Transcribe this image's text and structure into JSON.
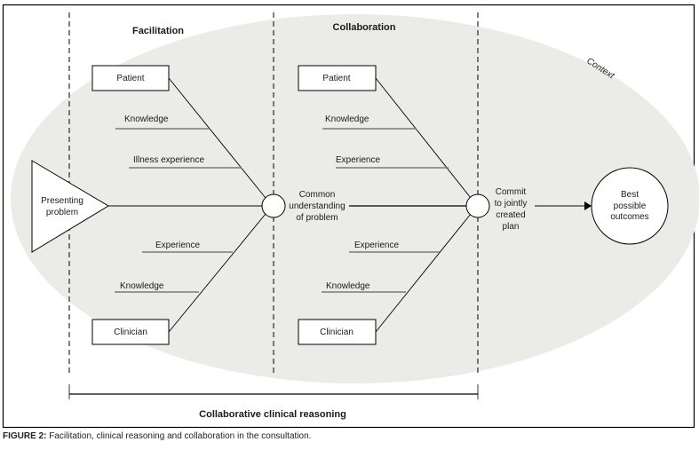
{
  "figure": {
    "caption_label": "FIGURE 2:",
    "caption_text": " Facilitation, clinical reasoning and collaboration in the consultation.",
    "colors": {
      "context_fill": "#ebebe7",
      "branch_line": "#7a7a7a",
      "stroke": "#000000"
    },
    "context_label": "Context",
    "section_headers": {
      "facilitation": "Facilitation",
      "collaboration": "Collaboration"
    },
    "head": {
      "line1": "Presenting",
      "line2": "problem"
    },
    "facilitation": {
      "top_box": "Patient",
      "top_branches": [
        "Knowledge",
        "Illness experience"
      ],
      "bottom_branches": [
        "Experience",
        "Knowledge"
      ],
      "bottom_box": "Clinician"
    },
    "node1": {
      "lines": [
        "Common",
        "understanding",
        "of problem"
      ]
    },
    "collaboration": {
      "top_box": "Patient",
      "top_branches": [
        "Knowledge",
        "Experience"
      ],
      "bottom_branches": [
        "Experience",
        "Knowledge"
      ],
      "bottom_box": "Clinician"
    },
    "node2": {
      "lines": [
        "Commit",
        "to jointly",
        "created",
        "plan"
      ]
    },
    "outcome": {
      "lines": [
        "Best",
        "possible",
        "outcomes"
      ]
    },
    "span_label": "Collaborative clinical reasoning"
  }
}
